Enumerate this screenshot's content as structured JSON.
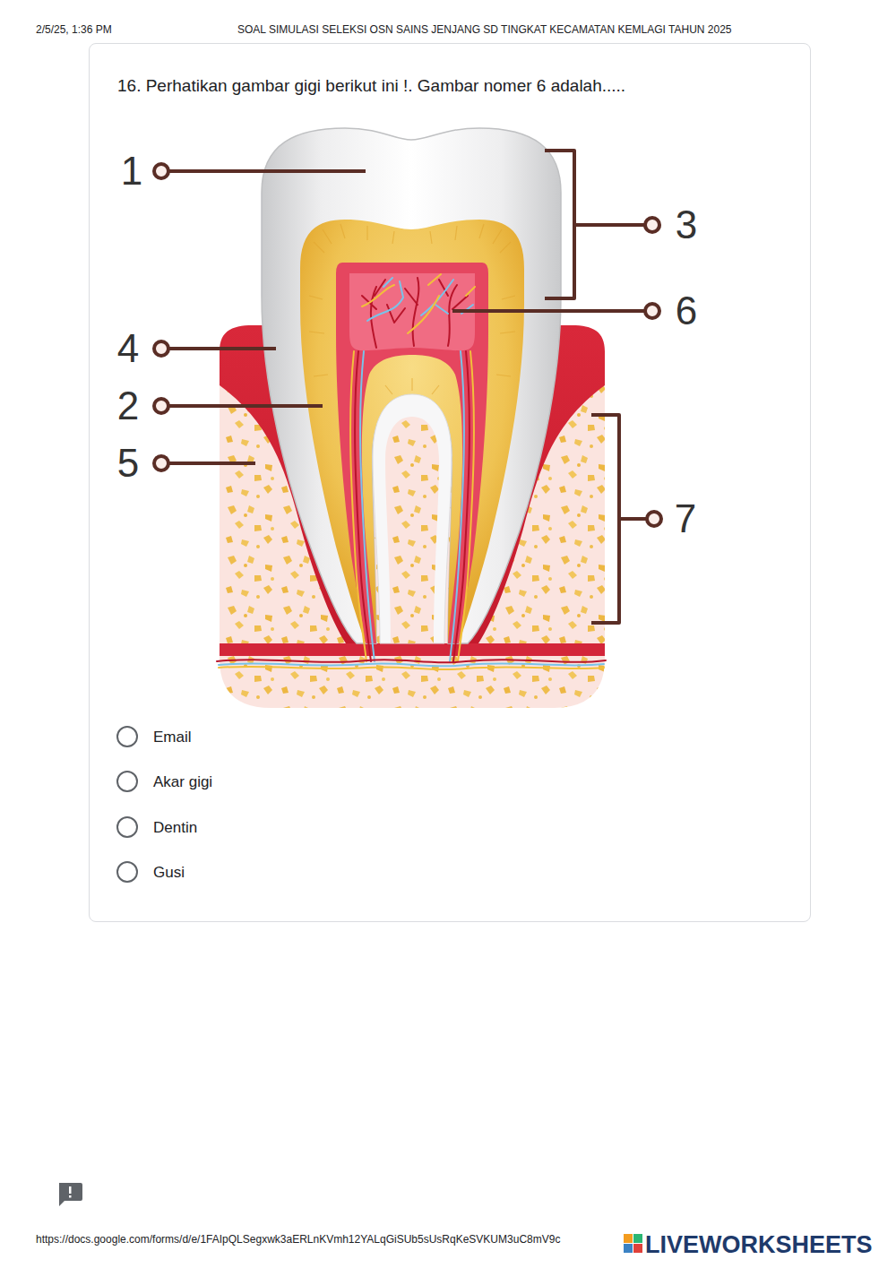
{
  "diagram": {
    "title": "SOAL SIMULASI SELEKSI OSN SAINS JENJANG SD TINGKAT KECAMATAN KEMLAGI TAHUN 2025",
    "nodes": [
      {
        "text": [
          "16. Perhatikan gambar gigi berikut ini !. Gambar nomer 6 adalah.....",
          "Email",
          "Akar gigi",
          "Dentin",
          "Gusi"
        ]
      }
    ],
    "labels": [
      "2/5/25, 1:36 PM",
      "1",
      "3",
      "6",
      "4",
      "2",
      "5",
      "7",
      "https://docs.google.com/forms/d/e/1FAIpQLSegxwk3aERLnKVmh12YALqGiSUb5sUsRqKeSVKUM3uC8mV9c",
      "LIVEWORKSHEETS"
    ]
  }
}
